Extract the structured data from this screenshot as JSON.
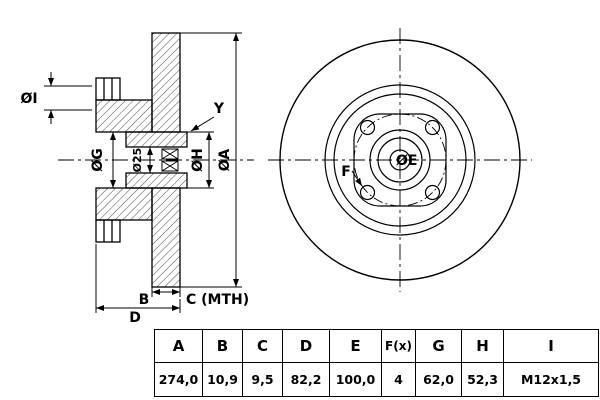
{
  "drawing": {
    "section": {
      "label_oi": "ØI",
      "label_og": "ØG",
      "label_o25": "Ø25",
      "label_oh": "ØH",
      "label_oa": "ØA",
      "label_y": "Y",
      "label_b": "B",
      "label_c_mth": "C (MTH)",
      "label_d": "D"
    },
    "front": {
      "label_oe": "ØE",
      "label_f": "F"
    }
  },
  "table": {
    "headers": [
      "A",
      "B",
      "C",
      "D",
      "E",
      "F(x)",
      "G",
      "H",
      "I"
    ],
    "values": [
      "274,0",
      "10,9",
      "9,5",
      "82,2",
      "100,0",
      "4",
      "62,0",
      "52,3",
      "M12x1,5"
    ]
  }
}
